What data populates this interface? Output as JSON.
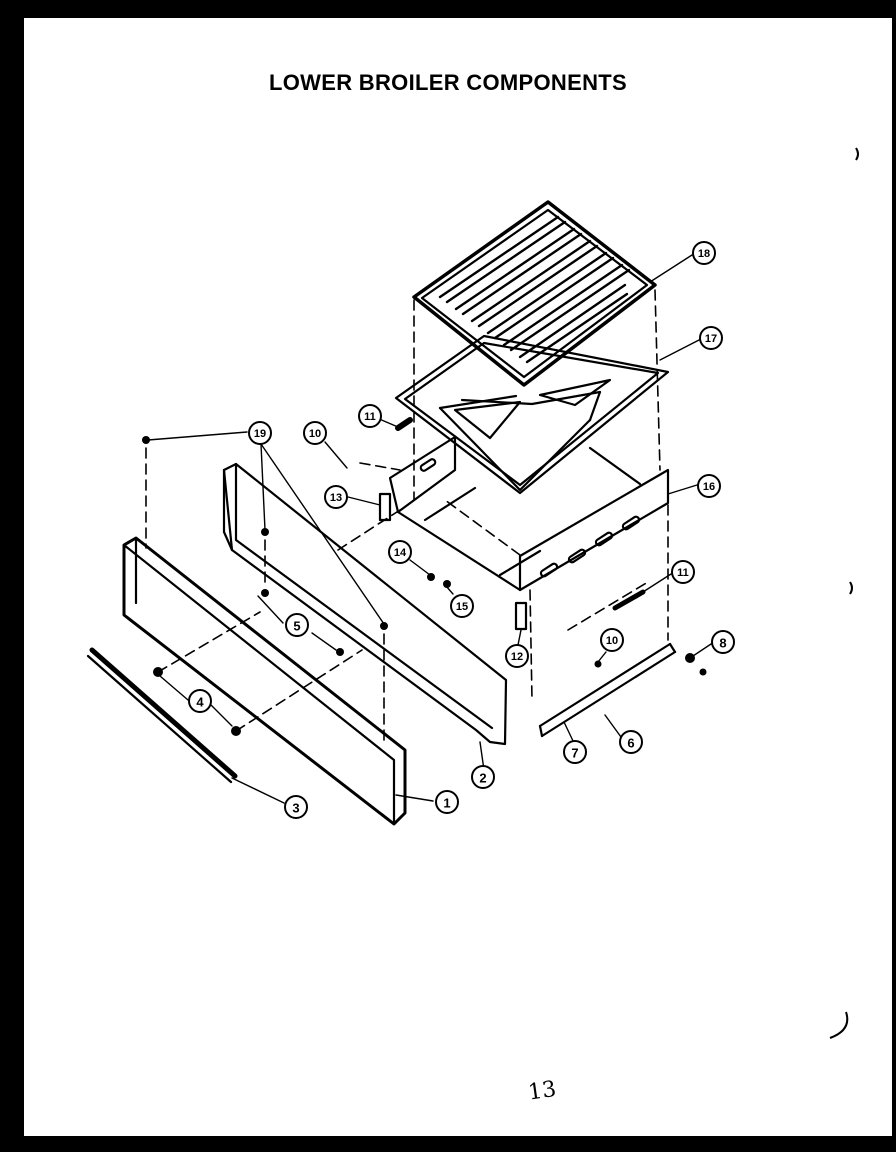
{
  "title": "LOWER BROILER COMPONENTS",
  "page_mark": "13",
  "colors": {
    "background": "#ffffff",
    "ink": "#000000",
    "border": "#000000"
  },
  "callouts": [
    {
      "id": "c1",
      "label": "1"
    },
    {
      "id": "c2",
      "label": "2"
    },
    {
      "id": "c3",
      "label": "3"
    },
    {
      "id": "c4",
      "label": "4"
    },
    {
      "id": "c5",
      "label": "5"
    },
    {
      "id": "c6",
      "label": "6"
    },
    {
      "id": "c7",
      "label": "7"
    },
    {
      "id": "c8",
      "label": "8"
    },
    {
      "id": "c10a",
      "label": "10"
    },
    {
      "id": "c10b",
      "label": "10"
    },
    {
      "id": "c11a",
      "label": "11"
    },
    {
      "id": "c11b",
      "label": "11"
    },
    {
      "id": "c12",
      "label": "12"
    },
    {
      "id": "c13",
      "label": "13"
    },
    {
      "id": "c14",
      "label": "14"
    },
    {
      "id": "c15",
      "label": "15"
    },
    {
      "id": "c16",
      "label": "16"
    },
    {
      "id": "c17",
      "label": "17"
    },
    {
      "id": "c18",
      "label": "18"
    },
    {
      "id": "c19",
      "label": "19"
    }
  ]
}
